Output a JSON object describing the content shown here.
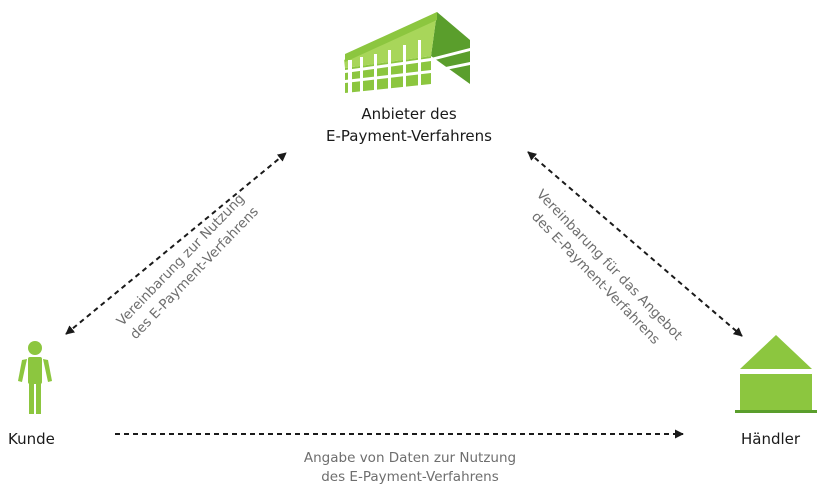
{
  "diagram": {
    "provider": {
      "line1": "Anbieter des",
      "line2": "E-Payment-Verfahrens",
      "icon": "building-icon"
    },
    "customer": {
      "label": "Kunde",
      "icon": "person-icon"
    },
    "merchant": {
      "label": "Händler",
      "icon": "house-icon"
    },
    "edges": {
      "customer_provider": {
        "line1": "Vereinbarung zur Nutzung",
        "line2": "des E-Payment-Verfahrens"
      },
      "provider_merchant": {
        "line1": "Vereinbarung für das Angebot",
        "line2": "des E-Payment-Verfahrens"
      },
      "customer_merchant": {
        "line1": "Angabe von Daten zur Nutzung",
        "line2": "des E-Payment-Verfahrens"
      }
    },
    "colors": {
      "green_light": "#8cc63f",
      "green_dark": "#5a9e2c",
      "arrow": "#1a1a1a",
      "text": "#1a1a1a",
      "muted_text": "#6e6e6e"
    }
  }
}
